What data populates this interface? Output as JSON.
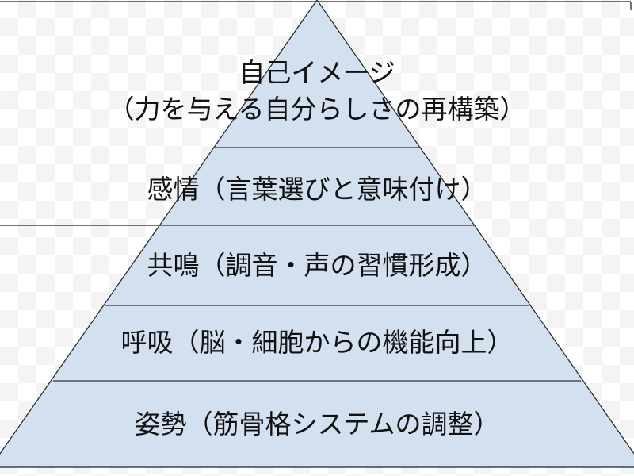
{
  "diagram": {
    "title": "Pyramid",
    "fill_color": "#d3e0f0",
    "layers": [
      {
        "line1": "自己イメージ",
        "line2": "（力を与える自分らしさの再構築）"
      },
      {
        "line1": "感情（言葉選びと意味付け）"
      },
      {
        "line1": "共鳴（調音・声の習慣形成）"
      },
      {
        "line1": "呼吸（脳・細胞からの機能向上）"
      },
      {
        "line1": "姿勢（筋骨格システムの調整）"
      }
    ]
  }
}
